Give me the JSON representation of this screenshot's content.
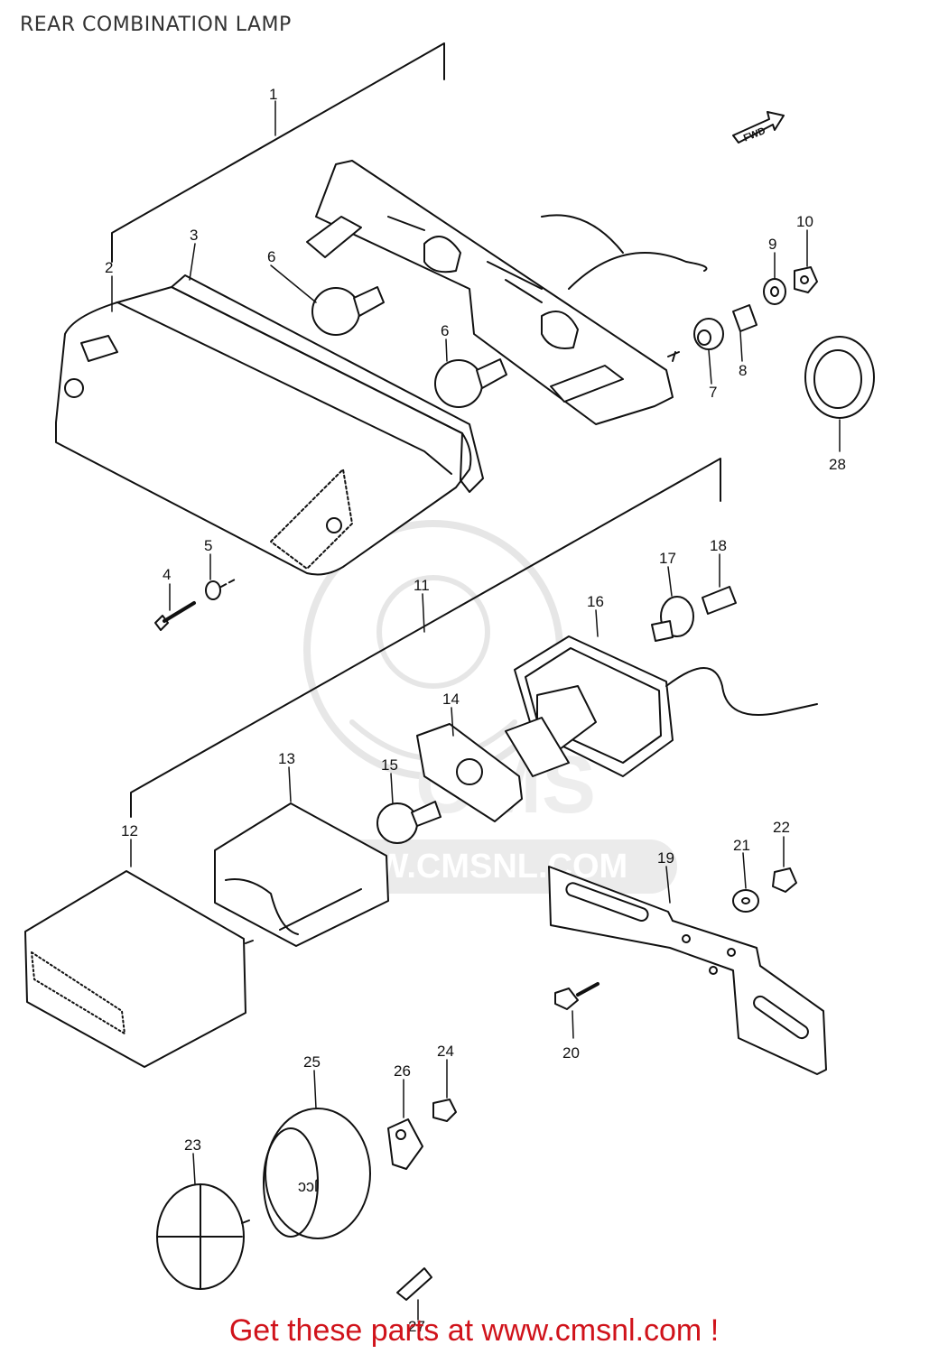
{
  "header": {
    "title": "REAR COMBINATION LAMP"
  },
  "watermark": {
    "text": "WWW.CMSNL.COM",
    "logo_text": "CMS"
  },
  "arrow_label": "FWD",
  "callouts": [
    {
      "id": "1",
      "label": "1"
    },
    {
      "id": "2",
      "label": "2"
    },
    {
      "id": "3",
      "label": "3"
    },
    {
      "id": "4",
      "label": "4"
    },
    {
      "id": "5",
      "label": "5"
    },
    {
      "id": "6a",
      "label": "6"
    },
    {
      "id": "6b",
      "label": "6"
    },
    {
      "id": "7",
      "label": "7"
    },
    {
      "id": "8",
      "label": "8"
    },
    {
      "id": "9",
      "label": "9"
    },
    {
      "id": "10",
      "label": "10"
    },
    {
      "id": "11",
      "label": "11"
    },
    {
      "id": "12",
      "label": "12"
    },
    {
      "id": "13",
      "label": "13"
    },
    {
      "id": "14",
      "label": "14"
    },
    {
      "id": "15",
      "label": "15"
    },
    {
      "id": "16",
      "label": "16"
    },
    {
      "id": "17",
      "label": "17"
    },
    {
      "id": "18",
      "label": "18"
    },
    {
      "id": "19",
      "label": "19"
    },
    {
      "id": "20",
      "label": "20"
    },
    {
      "id": "21",
      "label": "21"
    },
    {
      "id": "22",
      "label": "22"
    },
    {
      "id": "23",
      "label": "23"
    },
    {
      "id": "24",
      "label": "24"
    },
    {
      "id": "25",
      "label": "25"
    },
    {
      "id": "26",
      "label": "26"
    },
    {
      "id": "27",
      "label": "27"
    },
    {
      "id": "28",
      "label": "28"
    }
  ],
  "footer": {
    "cta": "Get these parts at www.cmsnl.com !"
  }
}
